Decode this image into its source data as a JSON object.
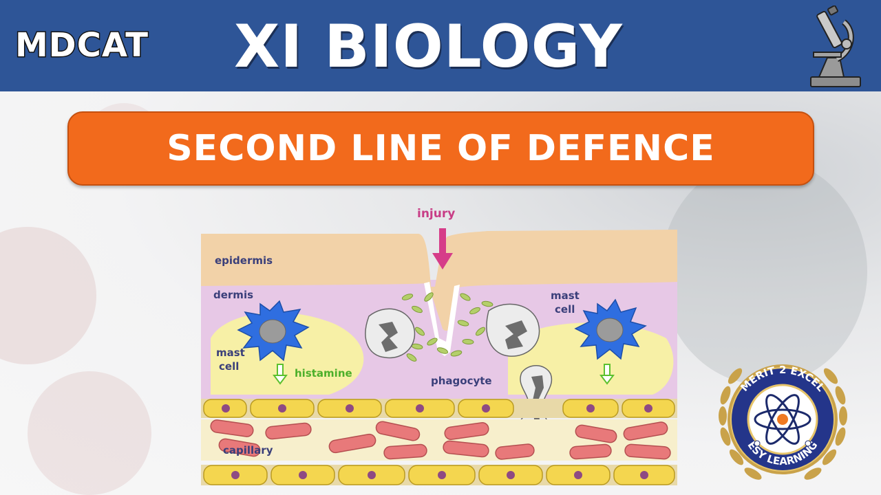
{
  "header": {
    "badge": "MDCAT",
    "course_title": "XI BIOLOGY",
    "icon": "microscope-icon"
  },
  "banner": {
    "title": "SECOND LINE OF DEFENCE"
  },
  "diagram": {
    "labels": {
      "injury": "injury",
      "epidermis": "epidermis",
      "dermis": "dermis",
      "mast_cell_left_1": "mast",
      "mast_cell_left_2": "cell",
      "mast_cell_right_1": "mast",
      "mast_cell_right_2": "cell",
      "histamine": "histamine",
      "phagocyte": "phagocyte",
      "capillary": "capillary"
    }
  },
  "logo": {
    "top_text": "MERIT 2 EXCEL",
    "bottom_text": "ESY LEARNING",
    "icon": "atom-icon"
  },
  "colors": {
    "header_bg": "#2e5597",
    "banner_bg": "#f26a1c",
    "epidermis": "#f2d2a8",
    "dermis": "#e7c8e6",
    "mast_cell": "#2f6ee0",
    "red_cell": "#e8797a",
    "capillary_cell": "#f4d64f",
    "injury_arrow": "#d63d89",
    "histamine_arrow": "#5cc02e"
  }
}
